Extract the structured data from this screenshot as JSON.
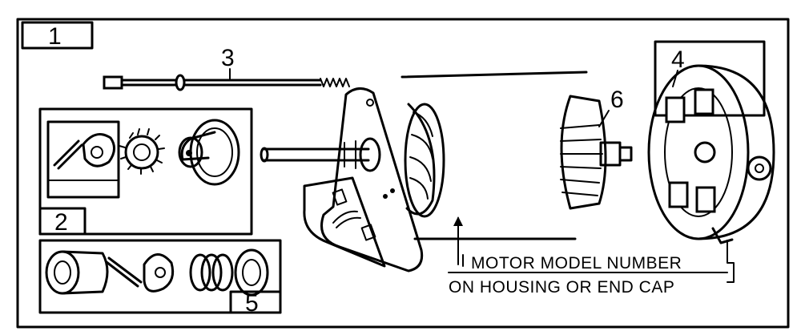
{
  "labels": {
    "figure": "1",
    "item2": "2",
    "item3": "3",
    "item4": "4",
    "item5": "5",
    "item6": "6"
  },
  "caption": {
    "line1": "MOTOR MODEL NUMBER",
    "line2": "ON HOUSING OR END CAP"
  }
}
